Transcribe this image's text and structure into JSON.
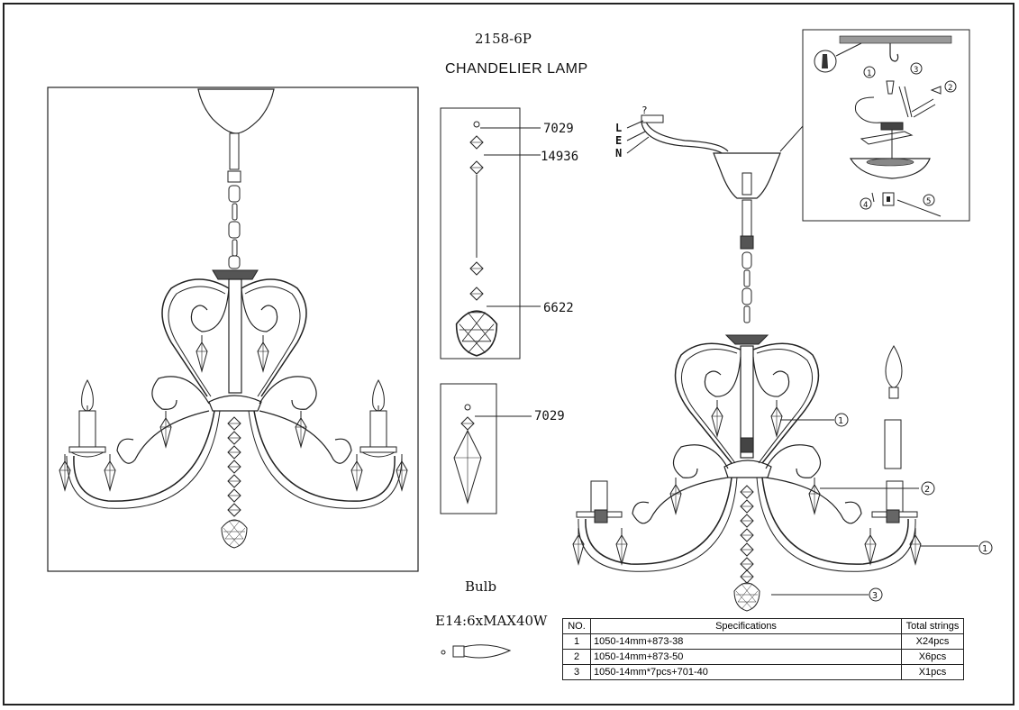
{
  "header": {
    "model": "2158-6P",
    "title": "CHANDELIER LAMP"
  },
  "drop_parts": {
    "top_label": "7029",
    "connector_label": "14936",
    "pendant_label": "6622",
    "single_label": "7029"
  },
  "wiring": {
    "l": "L",
    "e": "E",
    "n": "N"
  },
  "install_steps": [
    "1",
    "2",
    "3",
    "4",
    "5"
  ],
  "callouts": [
    "1",
    "2",
    "1",
    "3"
  ],
  "bulb": {
    "label": "Bulb",
    "spec": "E14:6xMAX40W"
  },
  "spec_table": {
    "headers": [
      "NO.",
      "Specifications",
      "Total strings"
    ],
    "rows": [
      {
        "no": "1",
        "spec": "1050-14mm+873-38",
        "qty": "X24pcs"
      },
      {
        "no": "2",
        "spec": "1050-14mm+873-50",
        "qty": "X6pcs"
      },
      {
        "no": "3",
        "spec": "1050-14mm*7pcs+701-40",
        "qty": "X1pcs"
      }
    ]
  }
}
